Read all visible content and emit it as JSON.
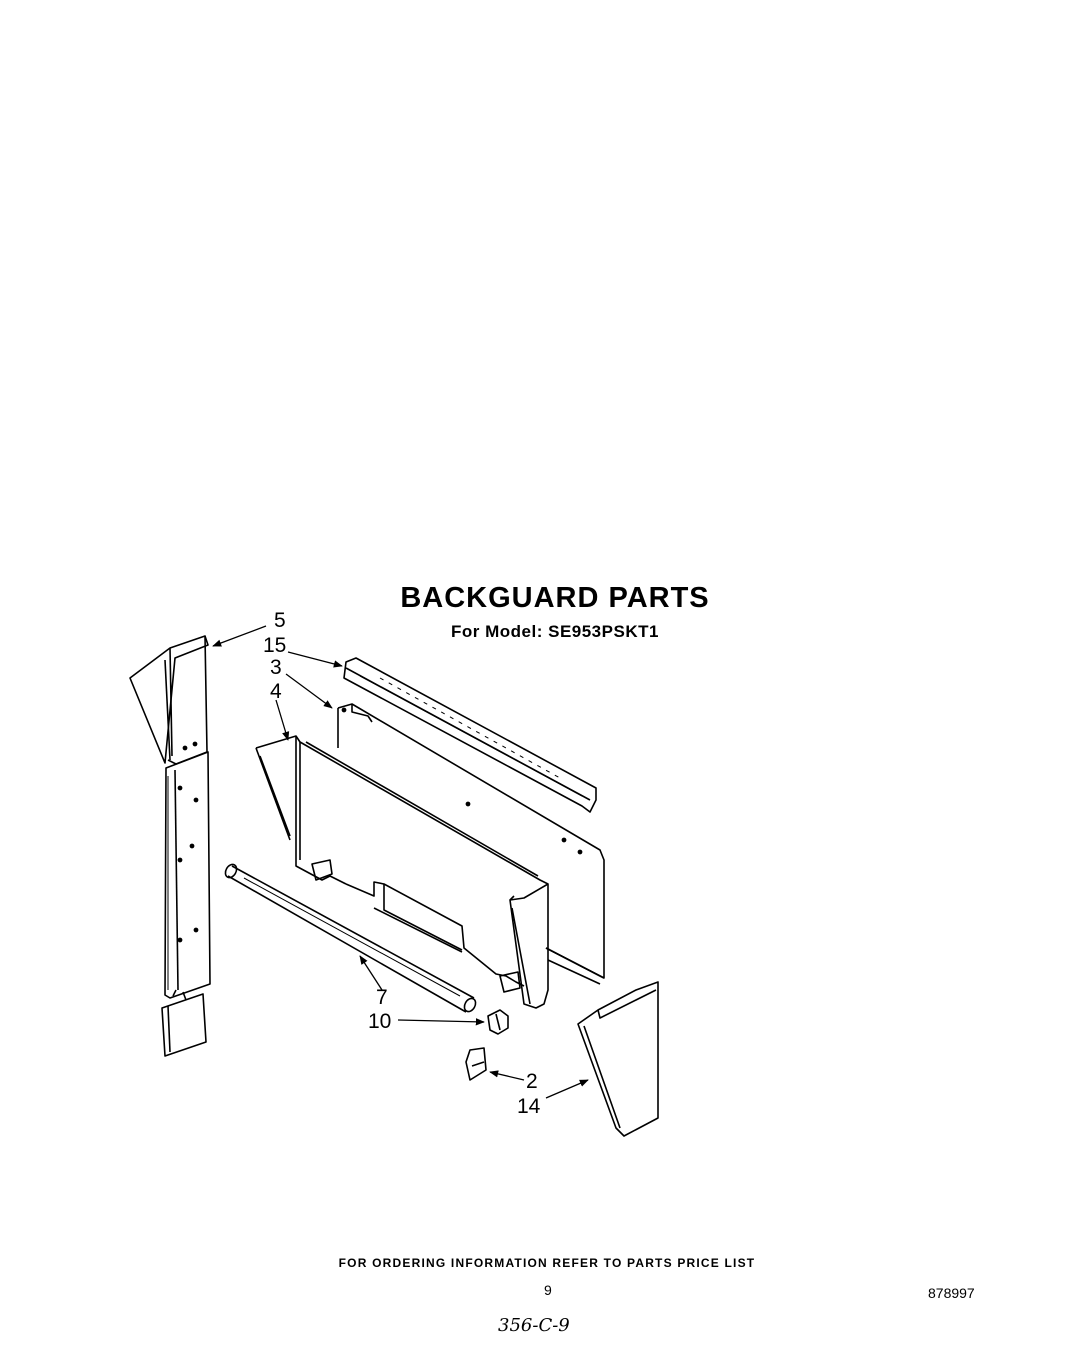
{
  "title": "BACKGUARD PARTS",
  "subtitle": "For Model: SE953PSKT1",
  "callouts": {
    "c5": "5",
    "c15": "15",
    "c3": "3",
    "c4": "4",
    "c7": "7",
    "c10": "10",
    "c2": "2",
    "c14": "14"
  },
  "footer": "FOR ORDERING INFORMATION REFER TO PARTS PRICE LIST",
  "page_number": "9",
  "document_number": "878997",
  "handwritten_note": "356-C-9"
}
